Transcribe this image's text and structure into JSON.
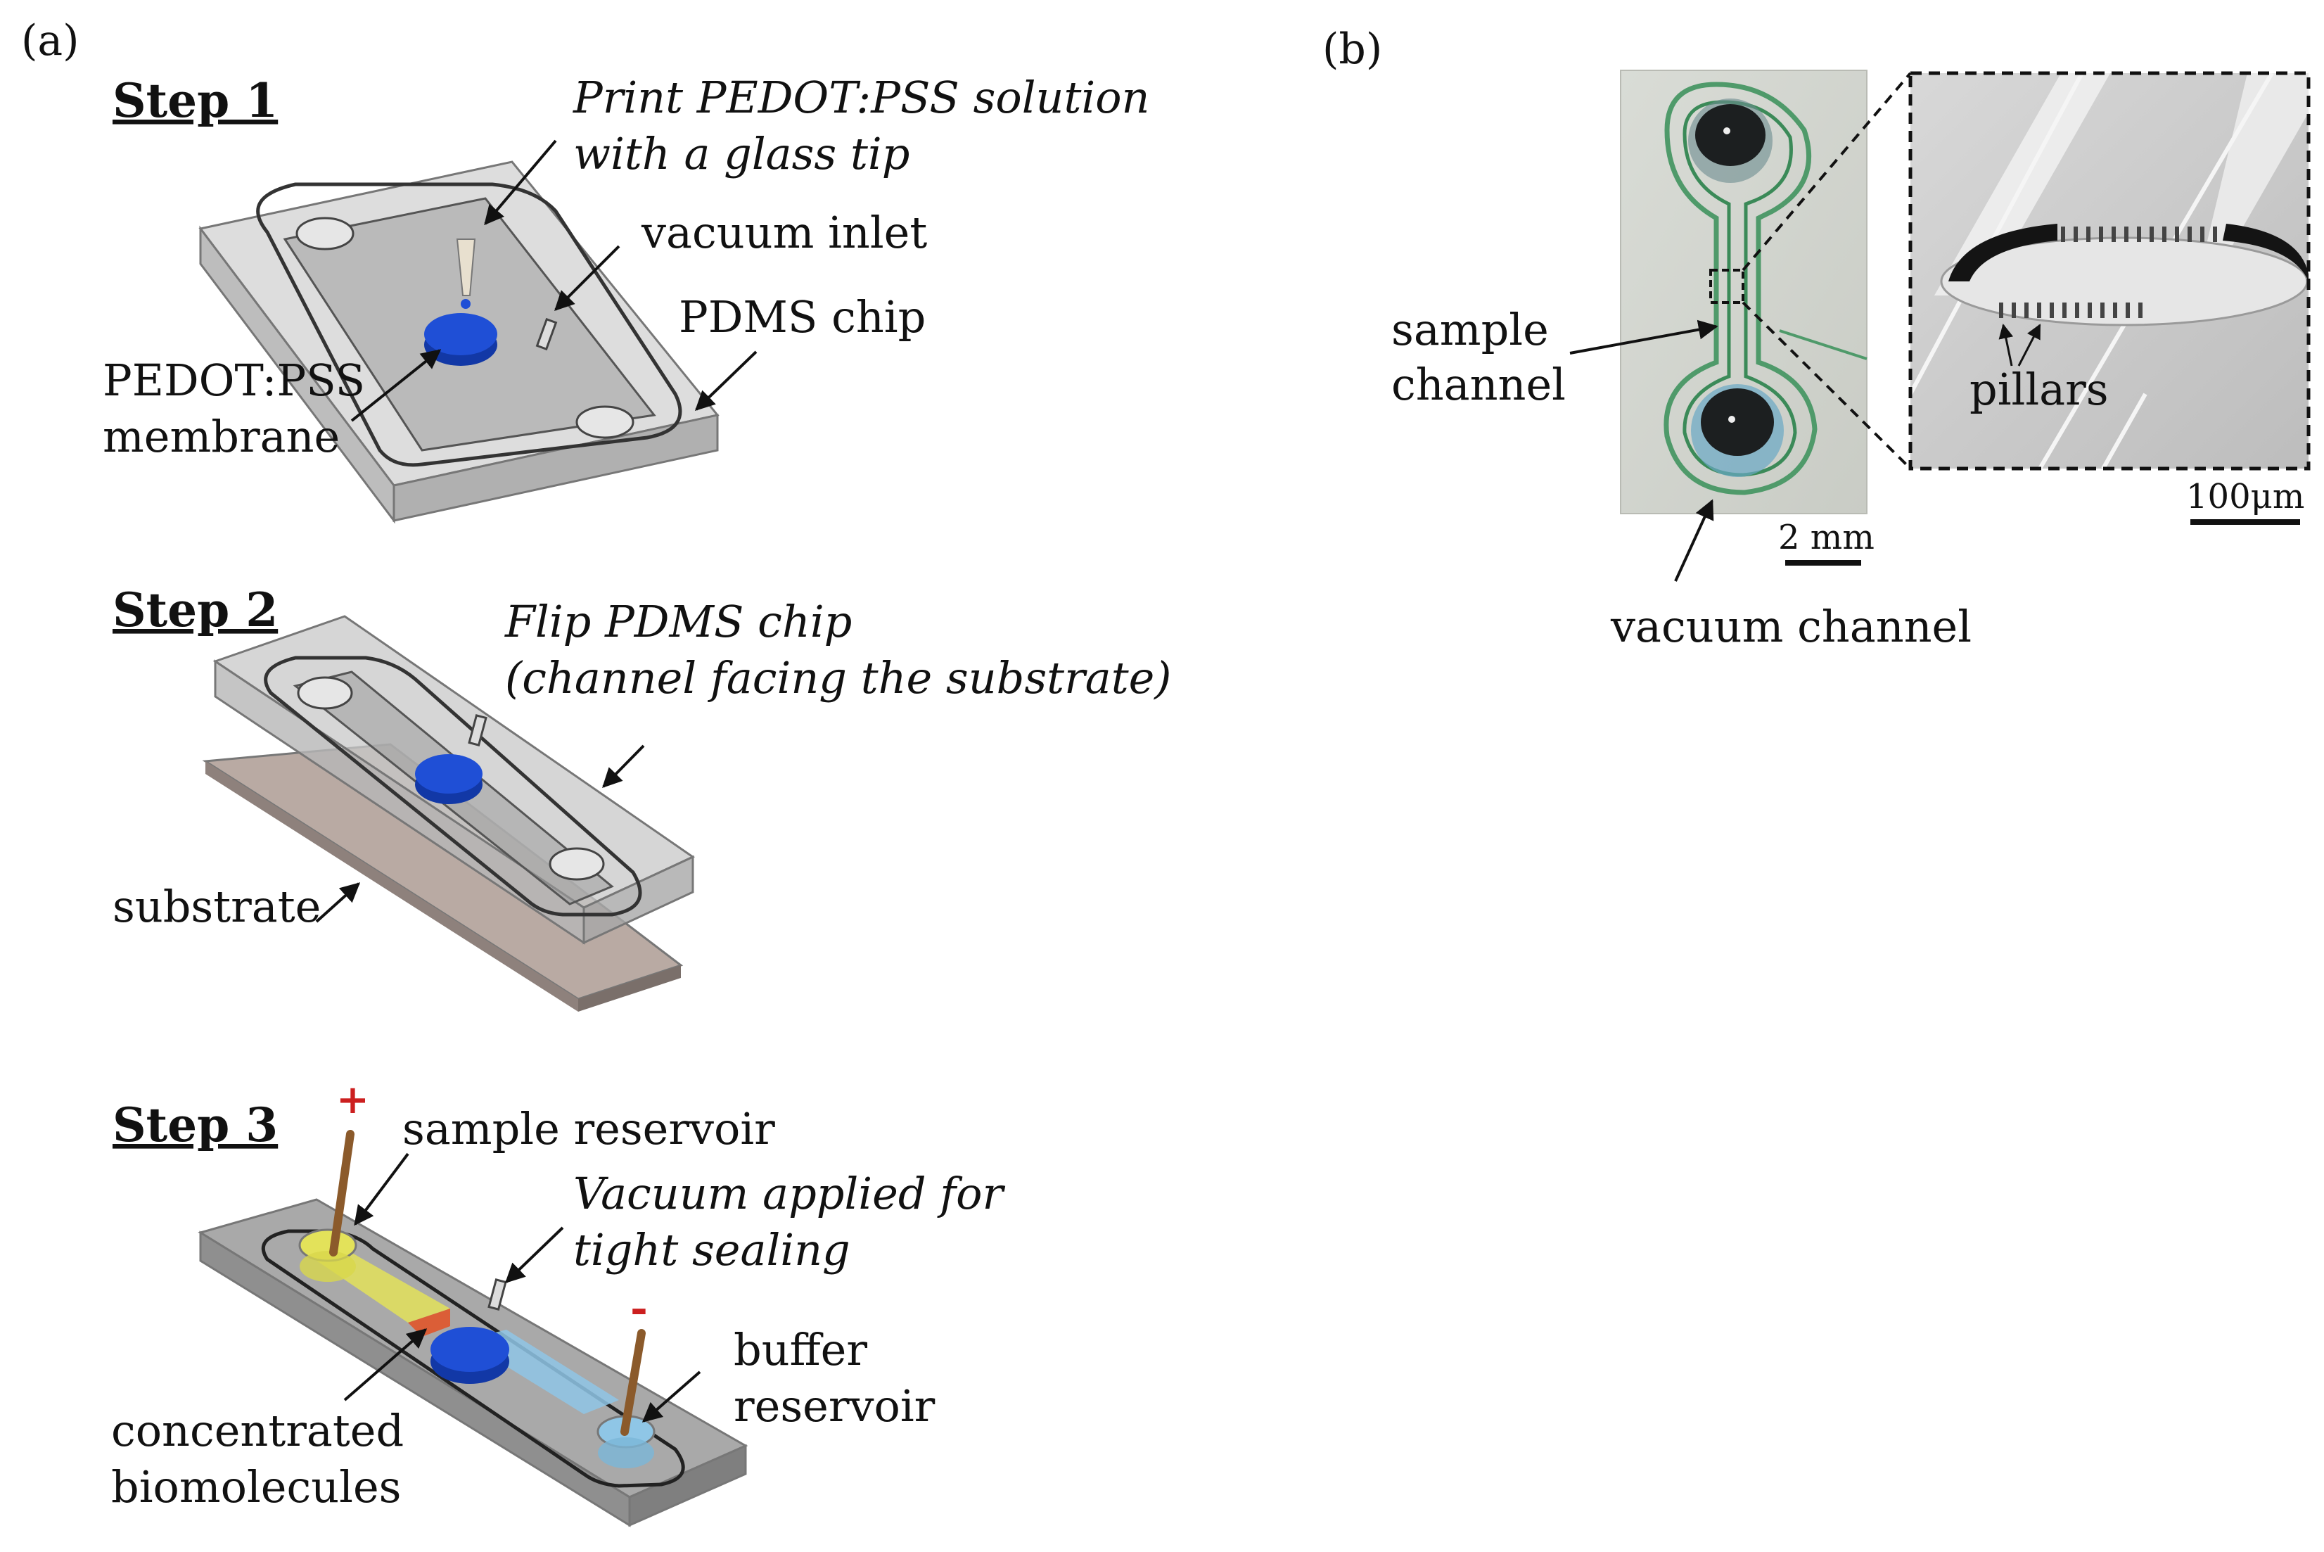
{
  "panels": {
    "a": "(a)",
    "b": "(b)"
  },
  "step1": {
    "title": "Step 1",
    "note_line1": "Print PEDOT:PSS solution",
    "note_line2": "with a glass tip",
    "vacuum_inlet": "vacuum inlet",
    "pdms_chip": "PDMS chip",
    "membrane_line1": "PEDOT:PSS",
    "membrane_line2": "membrane"
  },
  "step2": {
    "title": "Step 2",
    "note_line1": "Flip PDMS chip",
    "note_line2": "(channel facing the substrate)",
    "substrate": "substrate"
  },
  "step3": {
    "title": "Step 3",
    "plus": "+",
    "minus": "-",
    "sample_reservoir": "sample reservoir",
    "note_line1": "Vacuum applied for",
    "note_line2": "tight sealing",
    "buffer_line1": "buffer",
    "buffer_line2": "reservoir",
    "concentrated_line1": "concentrated",
    "concentrated_line2": "biomolecules"
  },
  "panel_b": {
    "sample_line1": "sample",
    "sample_line2": "channel",
    "vacuum_channel": "vacuum channel",
    "scale_photo": "2 mm",
    "pillars": "pillars",
    "scale_sem": "100μm"
  },
  "colors": {
    "pedot": "#1f4fd6",
    "sample_liquid": "#e3e25a",
    "buffer_liquid": "#8fc6e6",
    "concentrated": "#e0552a",
    "electrode": "#8b5a2b",
    "plus_sign": "#cc1f1f",
    "chip_fill": "#c8c8c8",
    "substrate_fill": "#b9aaa3"
  }
}
